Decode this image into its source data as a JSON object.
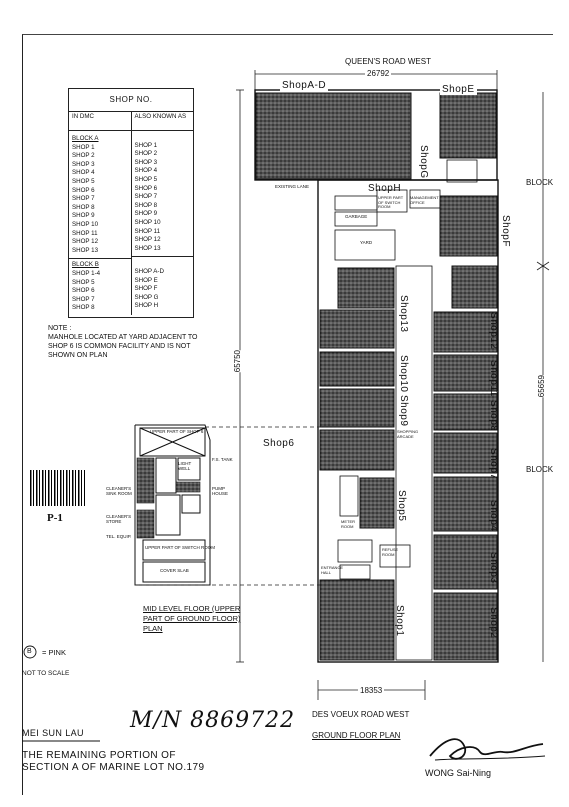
{
  "header": {
    "street_top": "QUEEN'S ROAD WEST",
    "street_bottom": "DES VOEUX ROAD WEST",
    "dim_top": "26792",
    "dim_bottom": "18353",
    "dim_left": "65750",
    "dim_right": "65659",
    "block_top": "BLOCK",
    "block_bottom": "BLOCK"
  },
  "table": {
    "title": "SHOP NO.",
    "col1": "IN DMC",
    "col2": "ALSO KNOWN AS",
    "block_a": "BLOCK A",
    "block_a_rows": [
      [
        "SHOP 1",
        "SHOP 1"
      ],
      [
        "SHOP 2",
        "SHOP 2"
      ],
      [
        "SHOP 3",
        "SHOP 3"
      ],
      [
        "SHOP 4",
        "SHOP 4"
      ],
      [
        "SHOP 5",
        "SHOP 5"
      ],
      [
        "SHOP 6",
        "SHOP 6"
      ],
      [
        "SHOP 7",
        "SHOP 7"
      ],
      [
        "SHOP 8",
        "SHOP 8"
      ],
      [
        "SHOP 9",
        "SHOP 9"
      ],
      [
        "SHOP 10",
        "SHOP 10"
      ],
      [
        "SHOP 11",
        "SHOP 11"
      ],
      [
        "SHOP 12",
        "SHOP 12"
      ],
      [
        "SHOP 13",
        "SHOP 13"
      ]
    ],
    "block_b": "BLOCK B",
    "block_b_rows": [
      [
        "SHOP 1-4",
        "SHOP A-D"
      ],
      [
        "SHOP 5",
        "SHOP E"
      ],
      [
        "SHOP 6",
        "SHOP F"
      ],
      [
        "SHOP 7",
        "SHOP G"
      ],
      [
        "SHOP 8",
        "SHOP H"
      ]
    ]
  },
  "note": {
    "title": "NOTE :",
    "text": "MANHOLE LOCATED AT YARD ADJACENT TO SHOP 6 IS COMMON FACILITY AND IS NOT SHOWN ON PLAN"
  },
  "plan_labels": {
    "shop_ad": "ShopA-D",
    "shop_e": "ShopE",
    "shop_g": "ShopG",
    "shop_h": "ShopH",
    "shop_f": "ShopF",
    "shop13": "Shop13",
    "shop9": "Shop9",
    "shop12": "Shop12",
    "shop10": "Shop10",
    "shop11": "Shop11",
    "shop8": "Shop8",
    "shop6": "Shop6",
    "shop7": "Shop7",
    "shop5": "Shop5",
    "shop4": "Shop4",
    "shop3": "Shop3",
    "shop1": "Shop1",
    "shop2": "Shop2",
    "existing_lane": "EXISTING LANE",
    "garbage": "GARBAGE",
    "yard": "YARD",
    "upper_switch": "UPPER PART OF SWITCH ROOM",
    "mgmt_office": "MANAGEMENT OFFICE",
    "arcade": "SHOPPING ARCADE",
    "refuse": "REFUSE ROOM",
    "entrance": "ENTRANCE HALL",
    "meter": "METER ROOM"
  },
  "mid_level": {
    "upper_shop6": "UPPER PART OF SHOP 6",
    "tank": "F.S. TANK",
    "cleaner_sink": "CLEANER'S SINK ROOM",
    "light_well": "LIGHT WELL",
    "pump": "PUMP HOUSE",
    "cleaner_store": "CLEANER'S STORE",
    "tel_equip": "TEL. EQUIP.",
    "upper_switch": "UPPER PART OF SWITCH ROOM",
    "cover_slab": "COVER SLAB",
    "title": "MID LEVEL FLOOR (UPPER PART OF GROUND FLOOR) PLAN"
  },
  "footer": {
    "barcode_label": "P-1",
    "legend_symbol": "B",
    "legend_text": "= PINK",
    "scale": "NOT TO SCALE",
    "building": "MEI SUN LAU",
    "memorial": "M/N 8869722",
    "lot_line1": "THE REMAINING PORTION OF",
    "lot_line2": "SECTION A OF MARINE LOT NO.179",
    "plan_title": "GROUND FLOOR PLAN",
    "surveyor": "WONG Sai-Ning"
  }
}
